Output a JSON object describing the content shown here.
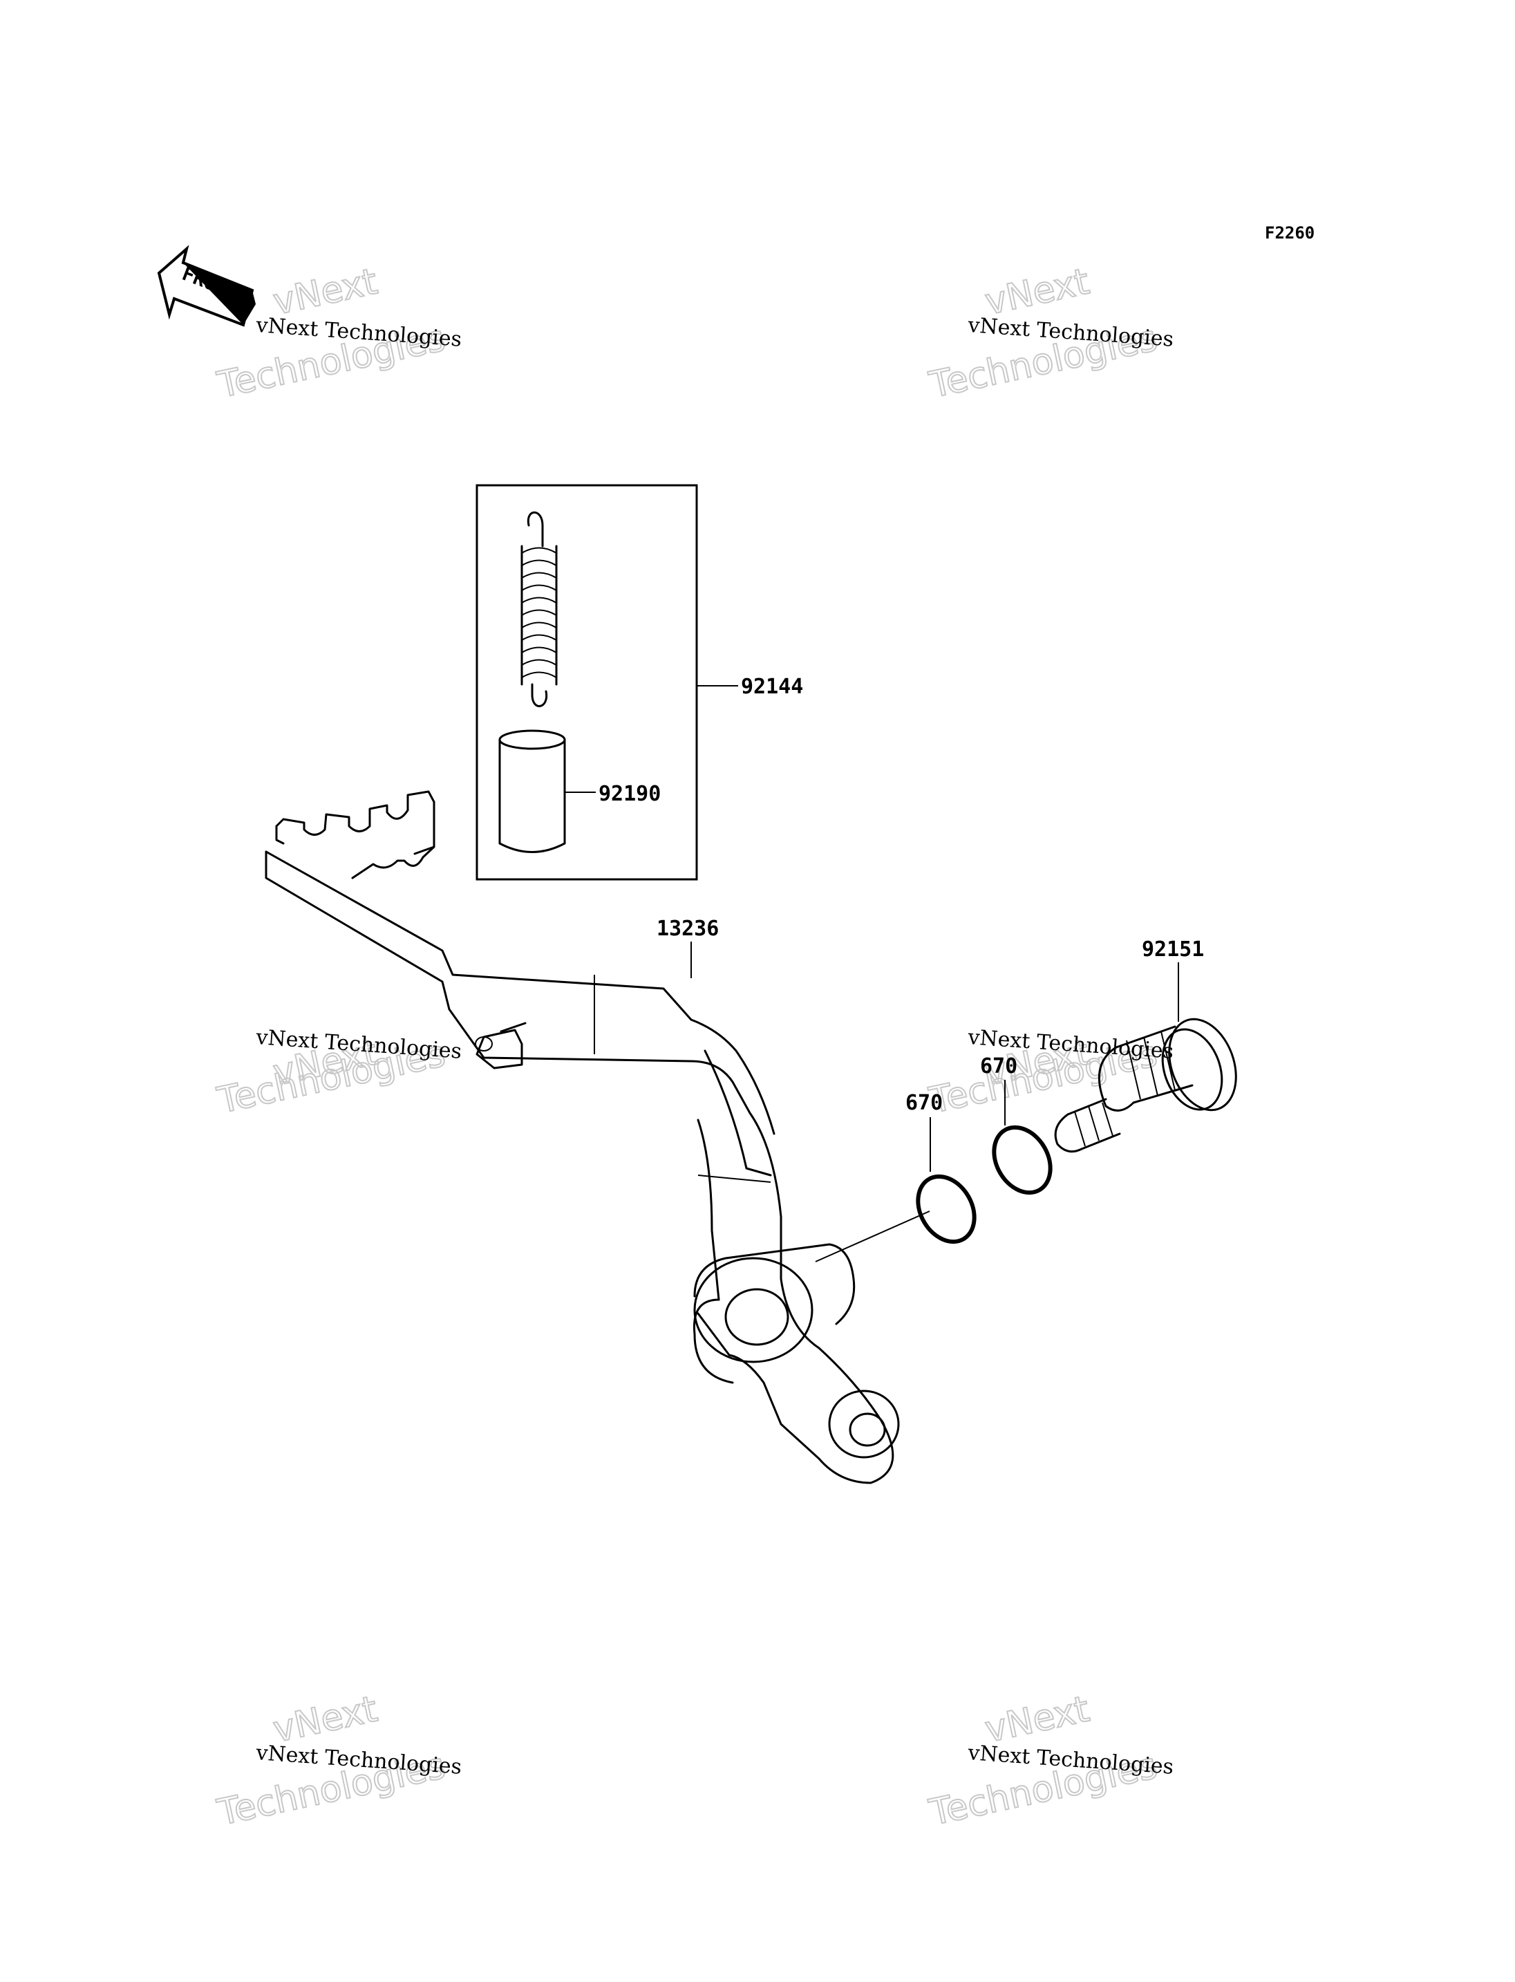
{
  "figure_code": "F2260",
  "front_arrow_label": "FRONT",
  "watermark": {
    "line1": "vNext Technologies",
    "big_top": "vNext",
    "big_bottom": "Technologies"
  },
  "callouts": {
    "kit": "92144",
    "collar": "92190",
    "pedal": "13236",
    "pivot_bolt": "92151",
    "oring_a": "670",
    "oring_b": "670"
  }
}
